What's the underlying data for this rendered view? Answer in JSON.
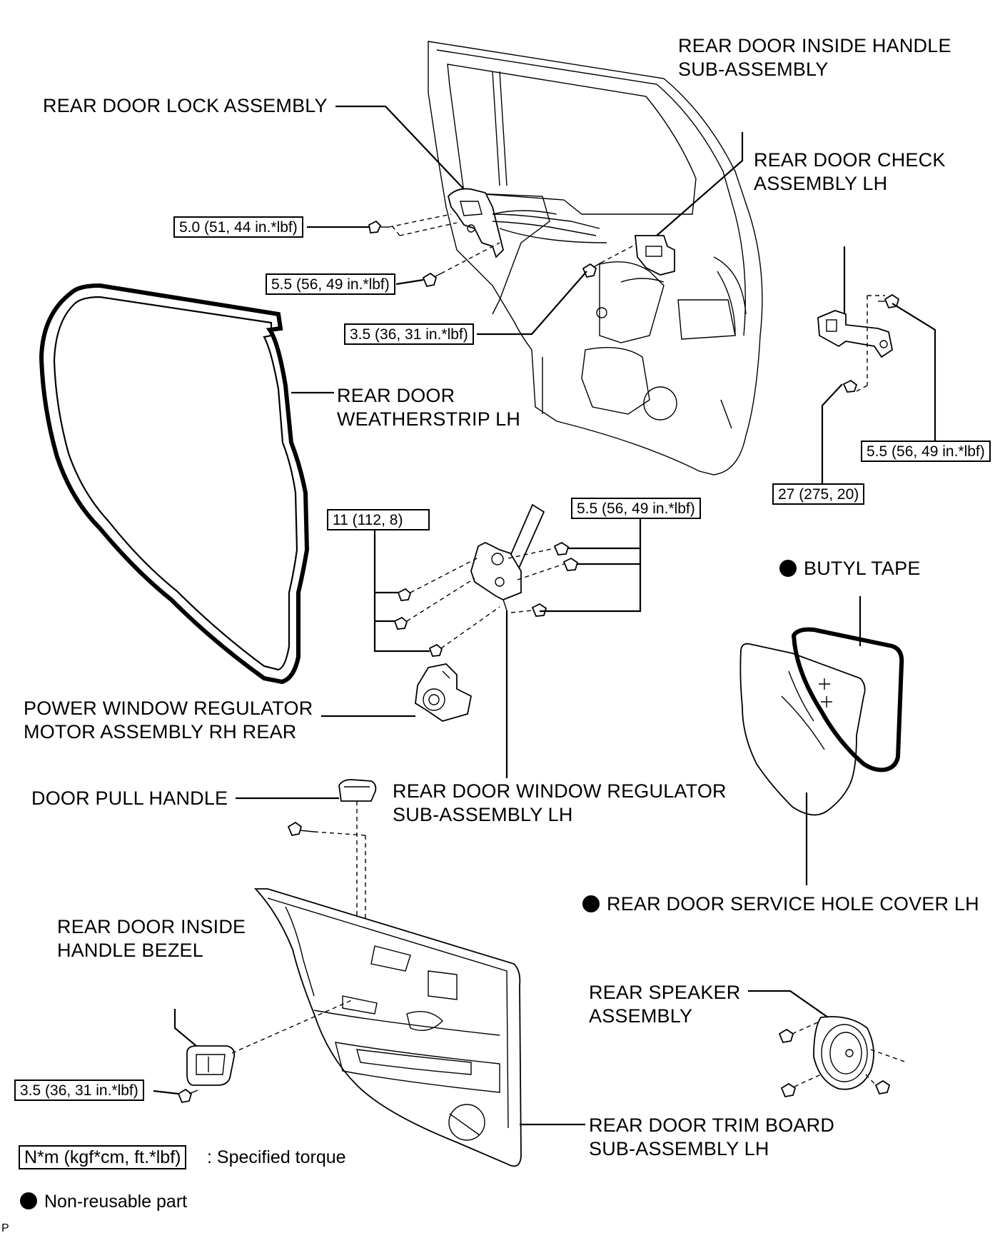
{
  "labels": {
    "inside_handle": [
      "REAR DOOR INSIDE HANDLE",
      "SUB-ASSEMBLY"
    ],
    "lock_assembly": "REAR DOOR LOCK ASSEMBLY",
    "check_assembly": [
      "REAR DOOR CHECK",
      "ASSEMBLY LH"
    ],
    "weatherstrip": [
      "REAR DOOR",
      "WEATHERSTRIP LH"
    ],
    "butyl_tape": "BUTYL TAPE",
    "motor": [
      "POWER WINDOW REGULATOR",
      "MOTOR ASSEMBLY RH REAR"
    ],
    "regulator": [
      "REAR DOOR WINDOW REGULATOR",
      "SUB-ASSEMBLY LH"
    ],
    "pull_handle": "DOOR PULL HANDLE",
    "service_hole_cover": "REAR DOOR SERVICE HOLE COVER LH",
    "handle_bezel": [
      "REAR DOOR INSIDE",
      "HANDLE BEZEL"
    ],
    "speaker": [
      "REAR SPEAKER",
      "ASSEMBLY"
    ],
    "trim_board": [
      "REAR DOOR TRIM BOARD",
      "SUB-ASSEMBLY LH"
    ]
  },
  "torques": {
    "lock_screw": "5.0 (51, 44 in.*lbf)",
    "lock_bolt": "5.5 (56, 49 in.*lbf)",
    "check_bolt": "3.5 (36, 31 in.*lbf)",
    "hinge_bolt": "5.5 (56, 49 in.*lbf)",
    "hinge_nut": "27 (275, 20)",
    "regulator_bolts": "11 (112, 8)",
    "regulator_nuts": "5.5 (56, 49 in.*lbf)",
    "bezel_screw": "3.5 (36, 31 in.*lbf)"
  },
  "legend": {
    "torque_unit": "N*m (kgf*cm, ft.*lbf)",
    "torque_desc": ": Specified torque",
    "non_reusable": "Non-reusable part"
  },
  "corner_mark": "P",
  "colors": {
    "ink": "#000000",
    "paper": "#ffffff"
  }
}
